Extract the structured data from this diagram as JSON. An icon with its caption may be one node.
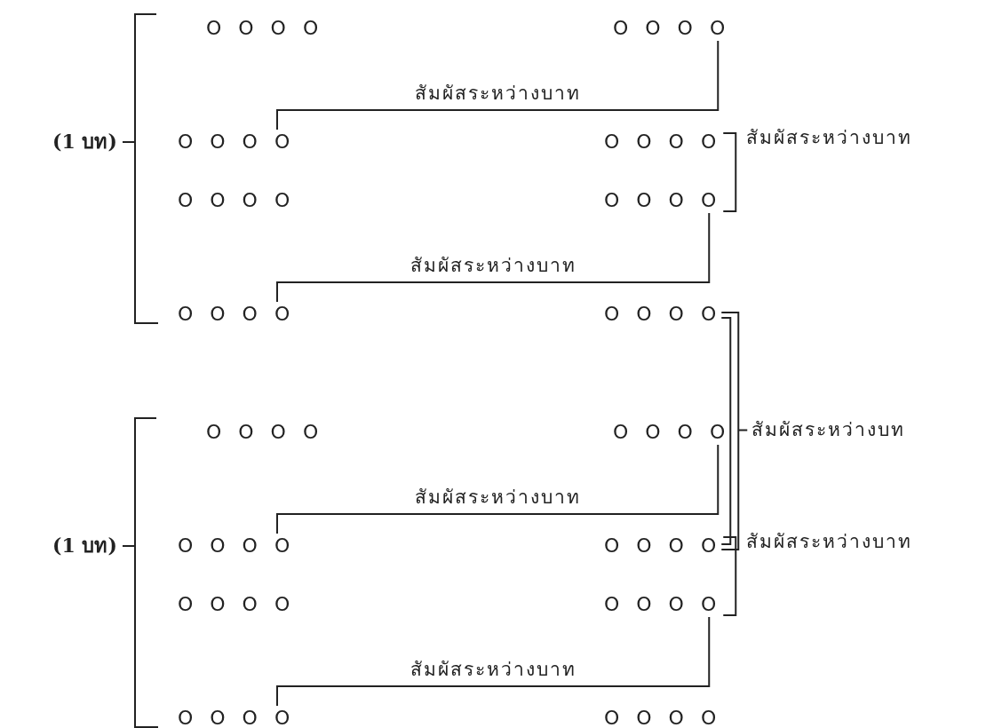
{
  "diagram": {
    "nodes": [
      {
        "text": [
          "O O O O"
        ]
      },
      {
        "text": [
          "O O O O"
        ]
      },
      {
        "text": [
          "O O O O"
        ]
      },
      {
        "text": [
          "O O O O"
        ]
      },
      {
        "text": [
          "O O O O"
        ]
      },
      {
        "text": [
          "O O O O"
        ]
      },
      {
        "text": [
          "O O O O"
        ]
      },
      {
        "text": [
          "O O O O"
        ]
      },
      {
        "text": [
          "O O O O"
        ]
      },
      {
        "text": [
          "O O O O"
        ]
      },
      {
        "text": [
          "O O O O"
        ]
      },
      {
        "text": [
          "O O O O"
        ]
      },
      {
        "text": [
          "O O O O"
        ]
      },
      {
        "text": [
          "O O O O"
        ]
      },
      {
        "text": [
          "O O O O"
        ]
      },
      {
        "text": [
          "O O O O"
        ]
      }
    ],
    "edges": [
      {
        "from": 1,
        "to": 2,
        "arrow": "none",
        "label": "สัมผัสระหว่างบาท"
      },
      {
        "from": 3,
        "to": 5,
        "arrow": "none",
        "label": "สัมผัสระหว่างบาท"
      },
      {
        "from": 5,
        "to": 6,
        "arrow": "none",
        "label": "สัมผัสระหว่างบาท"
      },
      {
        "from": 7,
        "to": 11,
        "arrow": "none",
        "label": "สัมผัสระหว่างบท"
      },
      {
        "from": 9,
        "to": 10,
        "arrow": "none",
        "label": "สัมผัสระหว่างบาท"
      },
      {
        "from": 11,
        "to": 13,
        "arrow": "none",
        "label": "สัมผัสระหว่างบาท"
      },
      {
        "from": 13,
        "to": 14,
        "arrow": "none",
        "label": "สัมผัสระหว่างบาท"
      }
    ],
    "labels": [
      "(1 บท)",
      "(1 บท)"
    ]
  }
}
